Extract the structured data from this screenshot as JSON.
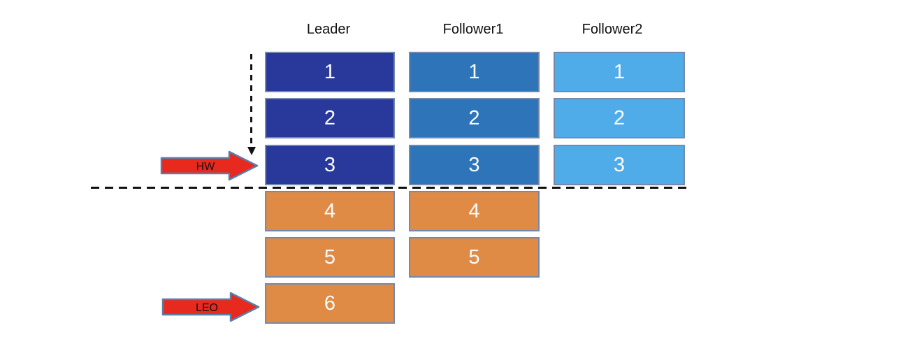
{
  "replicas": [
    {
      "name": "Leader",
      "blocks": [
        "1",
        "2",
        "3",
        "4",
        "5",
        "6"
      ]
    },
    {
      "name": "Follower1",
      "blocks": [
        "1",
        "2",
        "3",
        "4",
        "5"
      ]
    },
    {
      "name": "Follower2",
      "blocks": [
        "1",
        "2",
        "3"
      ]
    }
  ],
  "markers": {
    "hw_label": "HW",
    "leo_label": "LEO"
  },
  "colors": {
    "leader_block": "#28399B",
    "follower1_block": "#2E74B9",
    "follower2_block": "#4FACE8",
    "uncommitted_block": "#E08B45",
    "block_border": "#7389AE",
    "marker_arrow_fill": "#E8291E",
    "marker_arrow_border": "#5B7EA8",
    "dashed_line": "#111111",
    "block_text": "#FFFFFF",
    "label_text": "#111111"
  }
}
